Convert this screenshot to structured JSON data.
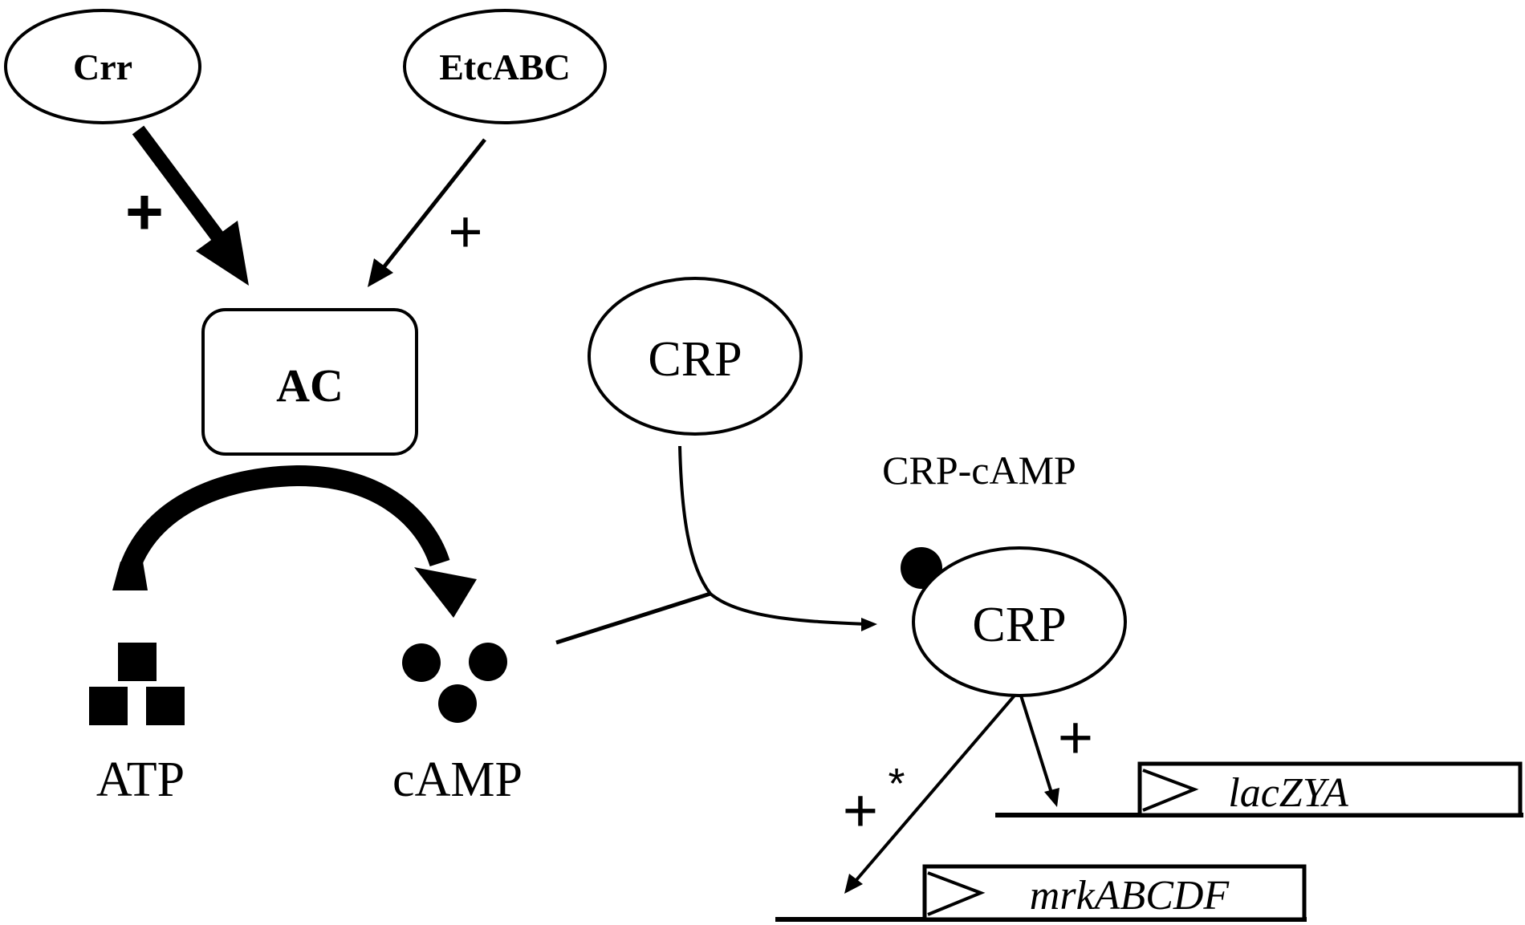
{
  "nodes": {
    "crr": "Crr",
    "etcabc": "EtcABC",
    "ac": "AC",
    "crp_top": "CRP",
    "crp_complex_title": "CRP-cAMP",
    "crp_complex": "CRP",
    "atp": "ATP",
    "camp": "cAMP"
  },
  "signs": {
    "crr_plus": "+",
    "etcabc_plus": "+",
    "lac_plus": "+",
    "mrk_plus": "+",
    "mrk_star": "*"
  },
  "genes": {
    "lac": "lacZYA",
    "mrk": "mrkABCDF"
  }
}
